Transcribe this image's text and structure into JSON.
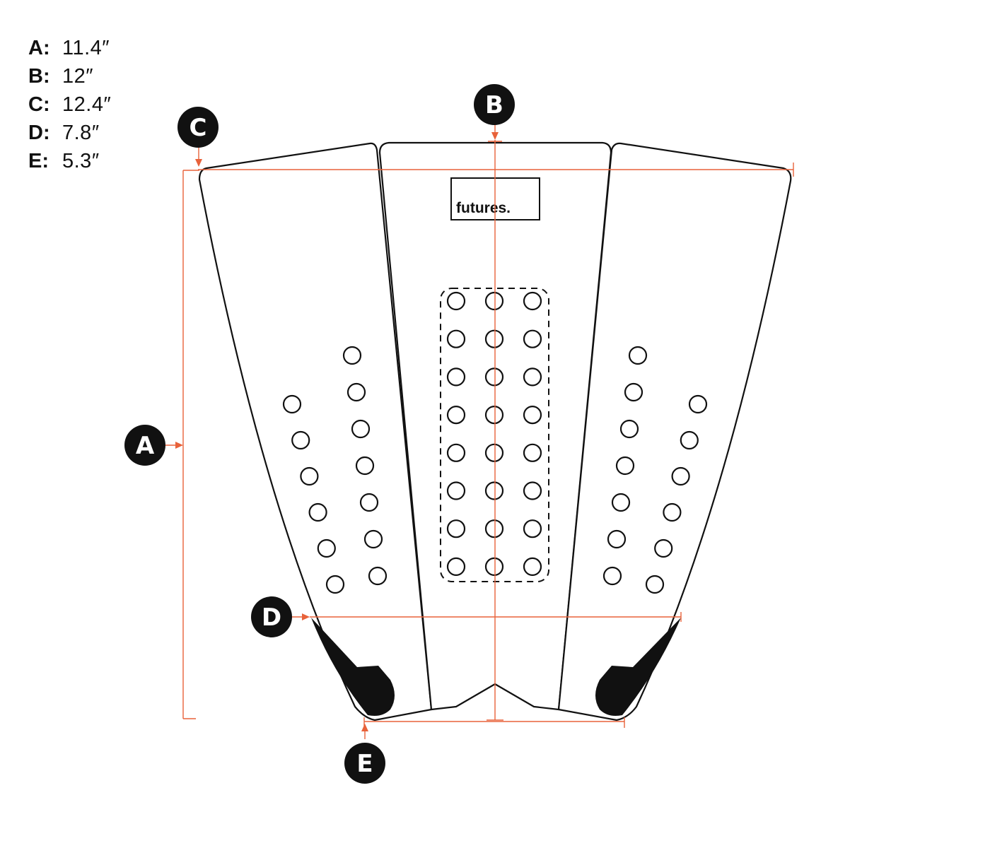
{
  "legend": [
    {
      "key": "A:",
      "value": "11.4″"
    },
    {
      "key": "B:",
      "value": "12″"
    },
    {
      "key": "C:",
      "value": "12.4″"
    },
    {
      "key": "D:",
      "value": "7.8″"
    },
    {
      "key": "E:",
      "value": "5.3″"
    }
  ],
  "badges": {
    "a": "A",
    "b": "B",
    "c": "C",
    "d": "D",
    "e": "E"
  },
  "brand": "futures.",
  "colors": {
    "accent": "#e8623a",
    "ink": "#111111",
    "background": "#ffffff"
  }
}
